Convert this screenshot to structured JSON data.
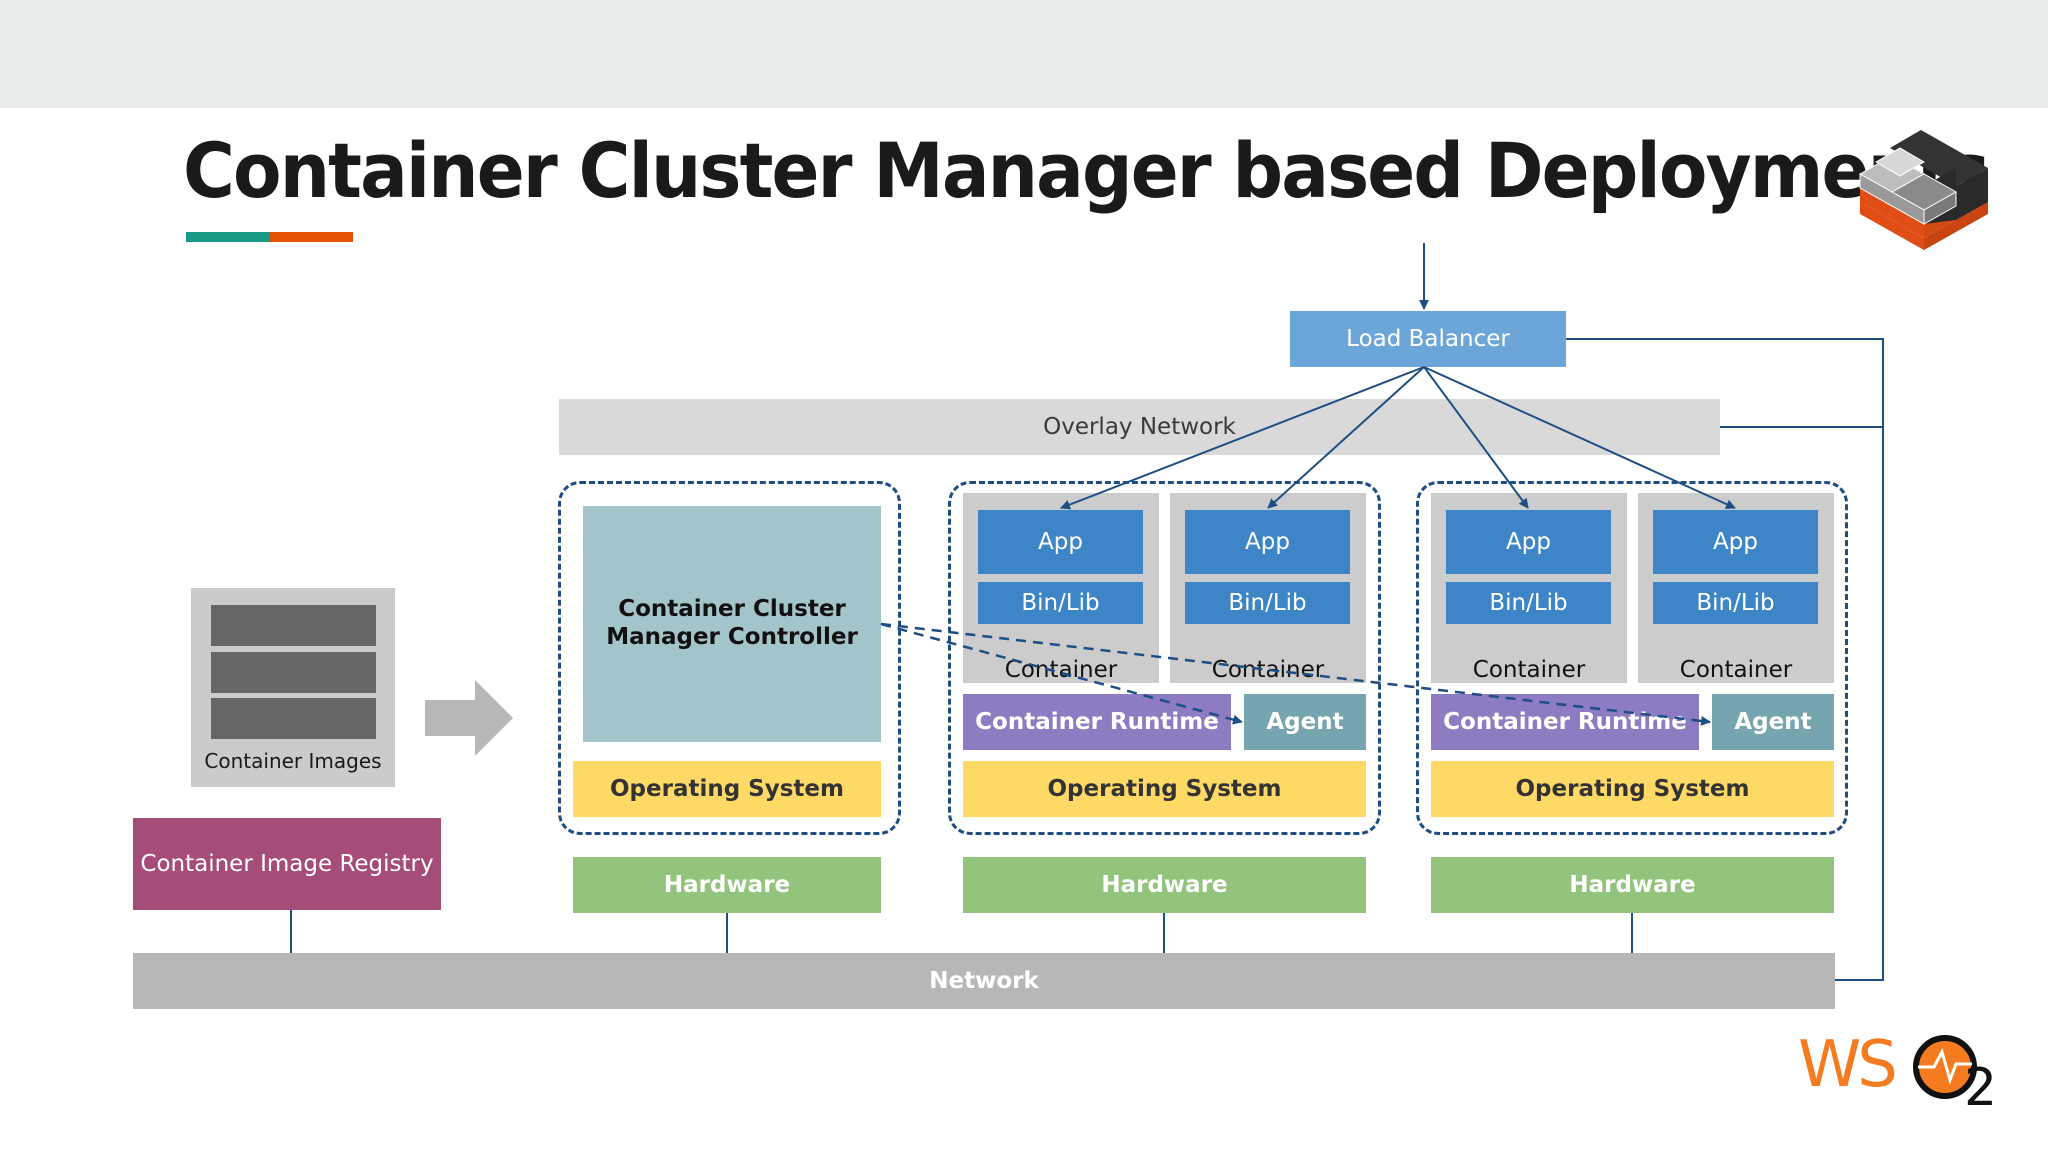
{
  "slide": {
    "title": "Container Cluster Manager based Deployments",
    "colors": {
      "accent_teal": "#1a9a86",
      "accent_orange": "#e35205",
      "load_balancer": "#6ca6d9",
      "app": "#3d85c6",
      "runtime": "#8e7cc3",
      "agent": "#76a5af",
      "os": "#ffd966",
      "hardware": "#93c47d",
      "registry": "#a54c78",
      "connector": "#1f4e85"
    }
  },
  "diagram": {
    "load_balancer": "Load Balancer",
    "overlay_network": "Overlay Network",
    "network": "Network",
    "container_images": "Container Images",
    "registry": "Container Image Registry",
    "controller_node": {
      "controller": "Container Cluster Manager Controller",
      "os": "Operating System",
      "hardware": "Hardware"
    },
    "worker_nodes": [
      {
        "containers": [
          {
            "app": "App",
            "binlib": "Bin/Lib",
            "label": "Container"
          },
          {
            "app": "App",
            "binlib": "Bin/Lib",
            "label": "Container"
          }
        ],
        "runtime": "Container Runtime",
        "agent": "Agent",
        "os": "Operating System",
        "hardware": "Hardware"
      },
      {
        "containers": [
          {
            "app": "App",
            "binlib": "Bin/Lib",
            "label": "Container"
          },
          {
            "app": "App",
            "binlib": "Bin/Lib",
            "label": "Container"
          }
        ],
        "runtime": "Container Runtime",
        "agent": "Agent",
        "os": "Operating System",
        "hardware": "Hardware"
      }
    ]
  },
  "logos": {
    "docker_cube": "stacked-cube-logo-icon",
    "brand": {
      "text_ws": "WS",
      "text_o": "O",
      "text_2": "2"
    }
  }
}
